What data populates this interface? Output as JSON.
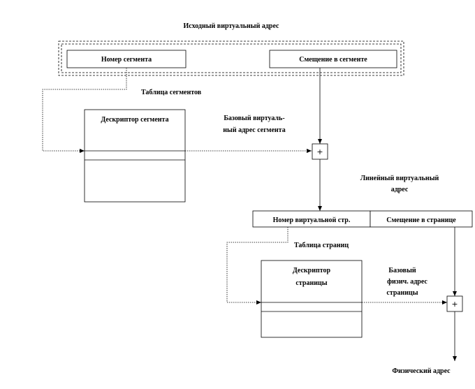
{
  "title": "Исходный виртуальный адрес",
  "segment_number": "Номер сегмента",
  "segment_offset": "Смещение в сегменте",
  "segment_table": "Таблица сегментов",
  "segment_descriptor": "Дескриптор сегмента",
  "base_virtual_address": [
    "Базовый виртуаль-",
    "ный адрес сегмента"
  ],
  "linear_virtual_address": [
    "Линейный виртуальный",
    "адрес"
  ],
  "virtual_page_number": "Номер виртуальной стр.",
  "page_offset": "Смещение в странице",
  "page_table": "Таблица страниц",
  "page_descriptor": [
    "Дескриптор",
    "страницы"
  ],
  "base_physical_address": [
    "Базовый",
    "физич. адрес",
    "страницы"
  ],
  "physical_address": "Физический адрес",
  "adder_symbol": "+"
}
